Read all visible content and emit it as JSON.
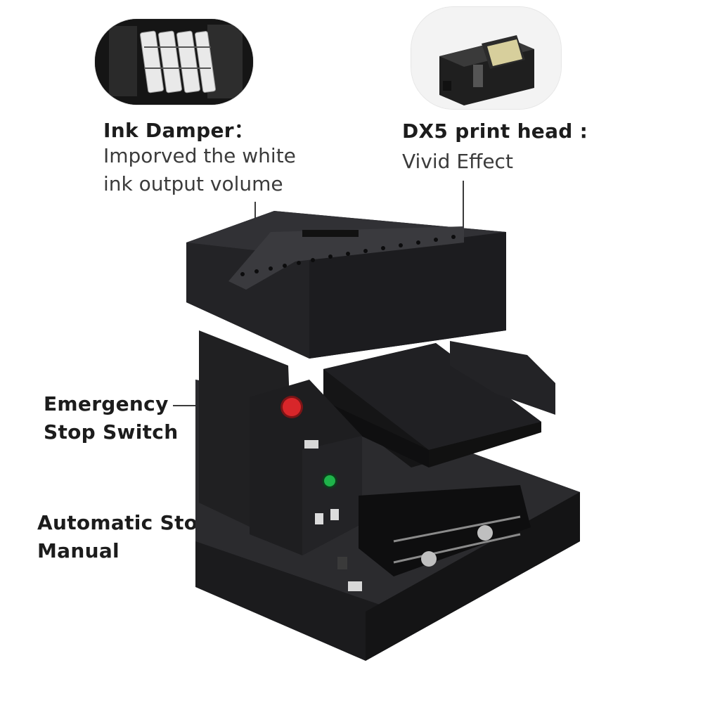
{
  "callouts": {
    "ink_damper": {
      "title": "Ink Damper：",
      "line1": "Imporved the white",
      "line2": "ink output volume"
    },
    "print_head": {
      "title": "DX5 print head :",
      "line1": "Vivid Effect"
    },
    "emergency": {
      "line1": "Emergency",
      "line2": "Stop Switch"
    },
    "auto_stop": {
      "line1": "Automatic Stop",
      "line2": "Manual"
    }
  },
  "colors": {
    "printer_body": "#1d1d1f",
    "printer_highlight": "#3a3a3d",
    "emergency_button": "#d8262a",
    "power_button": "#1fb34a"
  }
}
